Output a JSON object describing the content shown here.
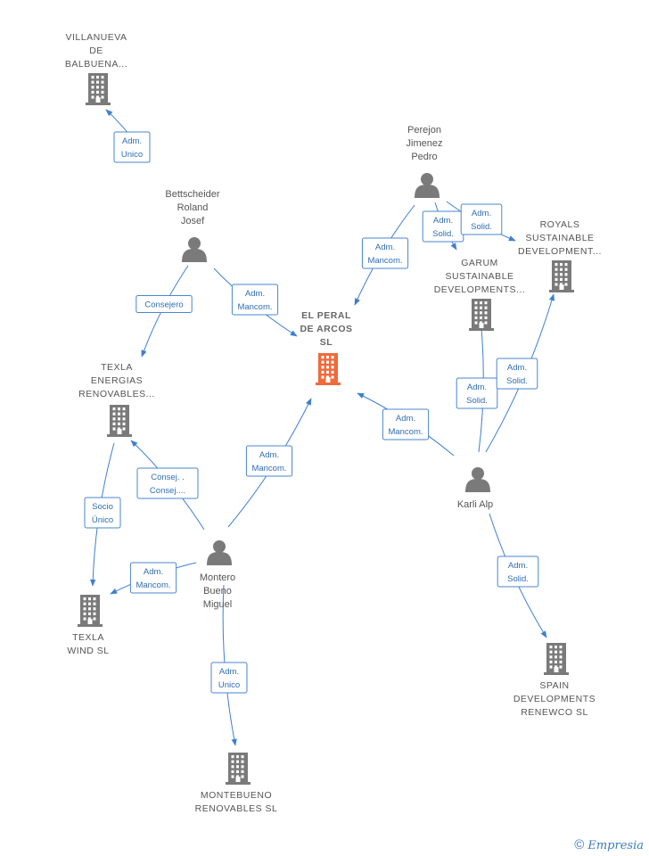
{
  "colors": {
    "edge": "#3f7fcf",
    "icon": "#7a7a7a",
    "focus": "#f06a3a"
  },
  "nodes": [
    {
      "id": "elperal",
      "kind": "company",
      "focus": true,
      "lines": [
        "EL PERAL",
        "DE ARCOS",
        "SL"
      ],
      "icon": "building-icon"
    },
    {
      "id": "villanueva",
      "kind": "company",
      "lines": [
        "VILLANUEVA",
        "DE",
        "BALBUENA..."
      ],
      "icon": "building-icon"
    },
    {
      "id": "bettscheider",
      "kind": "person",
      "lines": [
        "Bettscheider",
        "Roland",
        "Josef"
      ],
      "icon": "person-icon"
    },
    {
      "id": "perejon",
      "kind": "person",
      "lines": [
        "Perejon",
        "Jimenez",
        "Pedro"
      ],
      "icon": "person-icon"
    },
    {
      "id": "royals",
      "kind": "company",
      "lines": [
        "ROYALS",
        "SUSTAINABLE",
        "DEVELOPMENT..."
      ],
      "icon": "building-icon"
    },
    {
      "id": "garum",
      "kind": "company",
      "lines": [
        "GARUM",
        "SUSTAINABLE",
        "DEVELOPMENTS..."
      ],
      "icon": "building-icon"
    },
    {
      "id": "texla_energias",
      "kind": "company",
      "lines": [
        "TEXLA",
        "ENERGIAS",
        "RENOVABLES..."
      ],
      "icon": "building-icon"
    },
    {
      "id": "karli",
      "kind": "person",
      "lines": [
        "Karli Alp"
      ],
      "icon": "person-icon"
    },
    {
      "id": "montero",
      "kind": "person",
      "lines": [
        "Montero",
        "Bueno",
        "Miguel"
      ],
      "icon": "person-icon"
    },
    {
      "id": "texla_wind",
      "kind": "company",
      "lines": [
        "TEXLA",
        "WIND SL"
      ],
      "icon": "building-icon"
    },
    {
      "id": "spain",
      "kind": "company",
      "lines": [
        "SPAIN",
        "DEVELOPMENTS",
        "RENEWCO  SL"
      ],
      "icon": "building-icon"
    },
    {
      "id": "montebueno",
      "kind": "company",
      "lines": [
        "MONTEBUENO",
        "RENOVABLES SL"
      ],
      "icon": "building-icon"
    }
  ],
  "relations": [
    {
      "from": "bettscheider",
      "to": "villanueva",
      "lines": [
        "Adm.",
        "Unico"
      ]
    },
    {
      "from": "bettscheider",
      "to": "texla_energias",
      "lines": [
        "Consejero"
      ]
    },
    {
      "from": "bettscheider",
      "to": "elperal",
      "lines": [
        "Adm.",
        "Mancom."
      ]
    },
    {
      "from": "perejon",
      "to": "elperal",
      "lines": [
        "Adm.",
        "Mancom."
      ]
    },
    {
      "from": "perejon",
      "to": "garum",
      "lines": [
        "Adm.",
        "Solid."
      ]
    },
    {
      "from": "perejon",
      "to": "royals",
      "lines": [
        "Adm.",
        "Solid."
      ]
    },
    {
      "from": "karli",
      "to": "garum",
      "lines": [
        "Adm.",
        "Solid."
      ]
    },
    {
      "from": "karli",
      "to": "royals",
      "lines": [
        "Adm.",
        "Solid."
      ]
    },
    {
      "from": "karli",
      "to": "elperal",
      "lines": [
        "Adm.",
        "Mancom."
      ]
    },
    {
      "from": "karli",
      "to": "spain",
      "lines": [
        "Adm.",
        "Solid."
      ]
    },
    {
      "from": "montero",
      "to": "elperal",
      "lines": [
        "Adm.",
        "Mancom."
      ]
    },
    {
      "from": "montero",
      "to": "texla_energias",
      "lines": [
        "Consej. .",
        "Consej...."
      ]
    },
    {
      "from": "montero",
      "to": "texla_wind",
      "lines": [
        "Adm.",
        "Mancom."
      ]
    },
    {
      "from": "montero",
      "to": "montebueno",
      "lines": [
        "Adm.",
        "Unico"
      ]
    },
    {
      "from": "texla_energias",
      "to": "texla_wind",
      "lines": [
        "Socio",
        "Único"
      ]
    }
  ],
  "footer": {
    "copyright": "©",
    "brand": "Empresia"
  }
}
